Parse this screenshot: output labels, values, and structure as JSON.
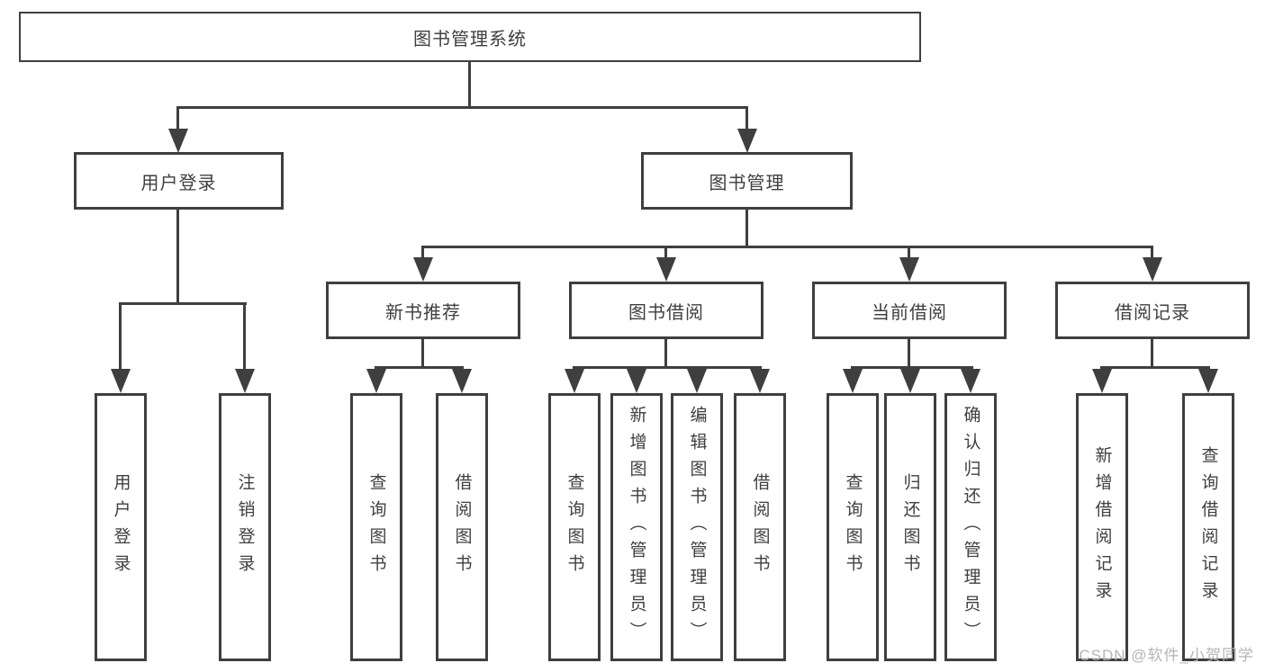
{
  "diagram": {
    "title": "图书管理系统",
    "tree": {
      "root": {
        "label": "图书管理系统"
      },
      "user_login": {
        "label": "用户登录",
        "children": [
          {
            "label": "用户登录"
          },
          {
            "label": "注销登录"
          }
        ]
      },
      "book_mgmt": {
        "label": "图书管理",
        "children": [
          {
            "label": "新书推荐",
            "children": [
              {
                "label": "查询图书"
              },
              {
                "label": "借阅图书"
              }
            ]
          },
          {
            "label": "图书借阅",
            "children": [
              {
                "label": "查询图书"
              },
              {
                "label": "新增图书（管理员）"
              },
              {
                "label": "编辑图书（管理员）"
              },
              {
                "label": "借阅图书"
              }
            ]
          },
          {
            "label": "当前借阅",
            "children": [
              {
                "label": "查询图书"
              },
              {
                "label": "归还图书"
              },
              {
                "label": "确认归还（管理员）"
              }
            ]
          },
          {
            "label": "借阅记录",
            "children": [
              {
                "label": "新增借阅记录"
              },
              {
                "label": "查询借阅记录"
              }
            ]
          }
        ]
      }
    },
    "colors": {
      "line": "#3f3f3f",
      "text": "#3f3f3f",
      "background": "#ffffff",
      "watermark": "#b5b5b5"
    },
    "watermark": {
      "text": "CSDN @软件_小贺同学"
    }
  }
}
